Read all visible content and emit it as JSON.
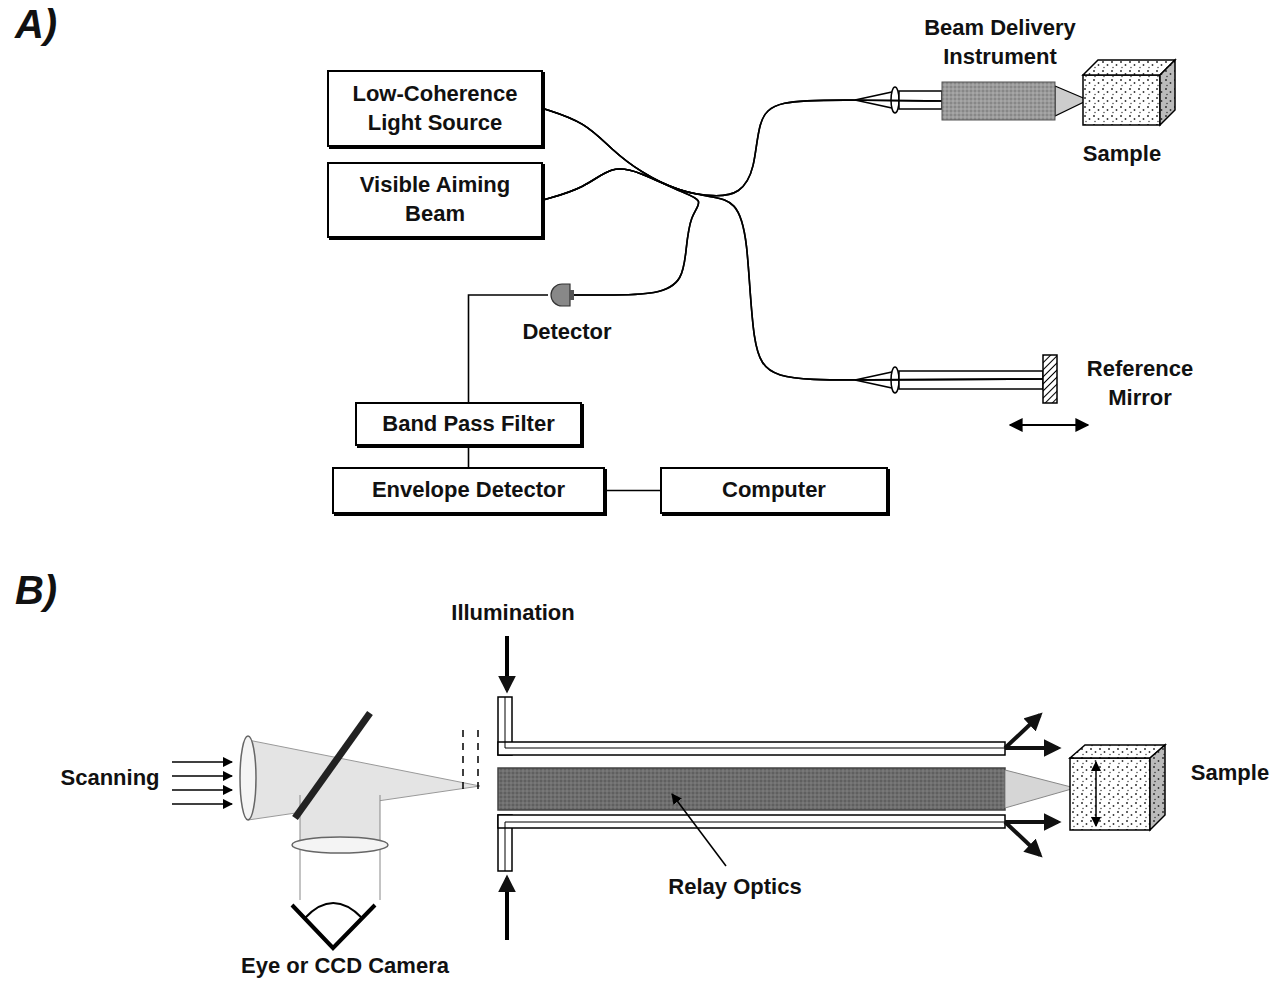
{
  "diagram": {
    "nodes": [
      {
        "text": [
          "Low-Coherence Light Source"
        ]
      },
      {
        "text": [
          "Visible Aiming Beam"
        ]
      },
      {
        "text": [
          "Beam Delivery Instrument"
        ]
      },
      {
        "text": [
          "Sample"
        ]
      },
      {
        "text": [
          "Detector"
        ]
      },
      {
        "text": [
          "Reference Mirror"
        ]
      },
      {
        "text": [
          "Band Pass Filter"
        ]
      },
      {
        "text": [
          "Envelope Detector"
        ]
      },
      {
        "text": [
          "Computer"
        ]
      }
    ],
    "edges": [
      {
        "from": 0,
        "to": 2,
        "arrow": "none"
      },
      {
        "from": 0,
        "to": 5,
        "arrow": "none"
      },
      {
        "from": 0,
        "to": 4,
        "arrow": "none"
      },
      {
        "from": 1,
        "to": 2,
        "arrow": "none"
      },
      {
        "from": 1,
        "to": 5,
        "arrow": "none"
      },
      {
        "from": 1,
        "to": 4,
        "arrow": "none"
      },
      {
        "from": 4,
        "to": 6,
        "arrow": "none"
      },
      {
        "from": 6,
        "to": 7,
        "arrow": "none"
      },
      {
        "from": 7,
        "to": 8,
        "arrow": "none"
      }
    ],
    "labels": [
      "A)",
      "B)",
      "Illumination",
      "Scanning",
      "Relay Optics",
      "Sample",
      "Eye or CCD Camera"
    ]
  }
}
